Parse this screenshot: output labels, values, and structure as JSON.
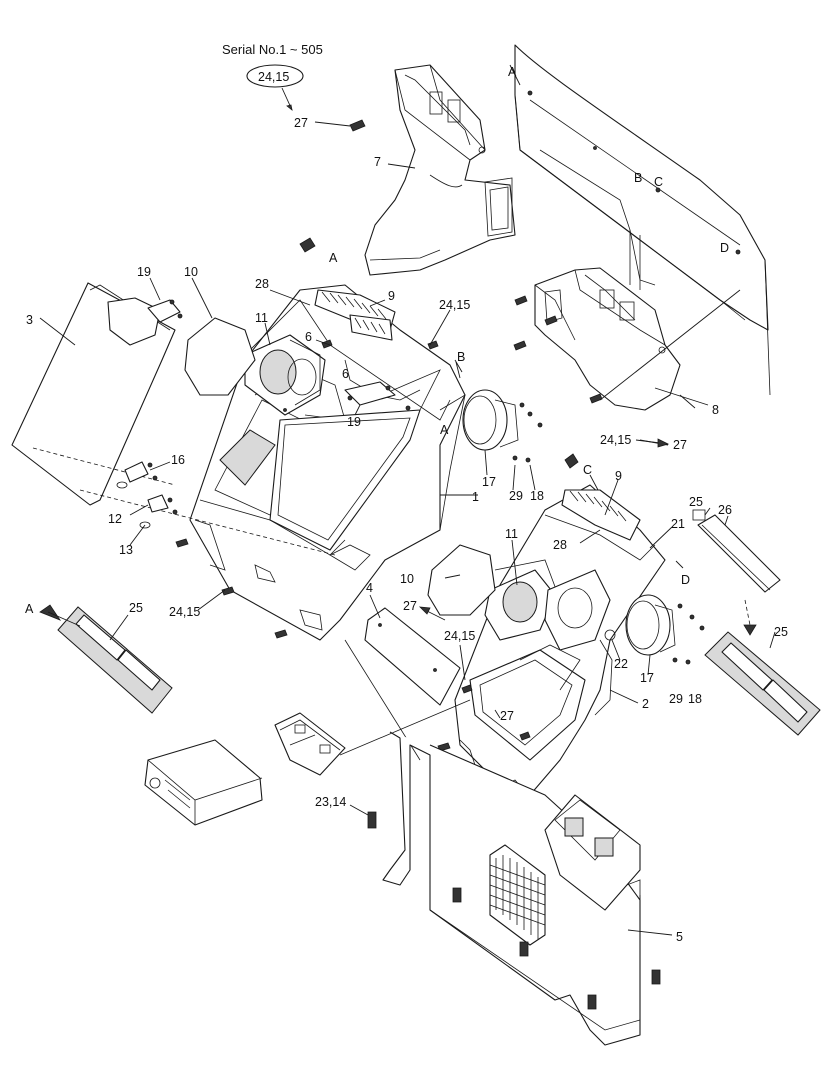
{
  "serial_note": "Serial No.1 ~ 505",
  "serial_ref": "24,15",
  "callouts": [
    {
      "id": "c27a",
      "text": "27"
    },
    {
      "id": "c7",
      "text": "7"
    },
    {
      "id": "cA1",
      "text": "A"
    },
    {
      "id": "cB1",
      "text": "B"
    },
    {
      "id": "cC1",
      "text": "C"
    },
    {
      "id": "cD1",
      "text": "D"
    },
    {
      "id": "c3",
      "text": "3"
    },
    {
      "id": "c19a",
      "text": "19"
    },
    {
      "id": "c10a",
      "text": "10"
    },
    {
      "id": "c28a",
      "text": "28"
    },
    {
      "id": "cA2",
      "text": "A"
    },
    {
      "id": "c9a",
      "text": "9"
    },
    {
      "id": "c11a",
      "text": "11"
    },
    {
      "id": "c6a",
      "text": "6"
    },
    {
      "id": "c6b",
      "text": "6"
    },
    {
      "id": "c2415a",
      "text": "24,15"
    },
    {
      "id": "cB2",
      "text": "B"
    },
    {
      "id": "c19b",
      "text": "19"
    },
    {
      "id": "cA3",
      "text": "A"
    },
    {
      "id": "c8",
      "text": "8"
    },
    {
      "id": "c2415b",
      "text": "24,15"
    },
    {
      "id": "c27b",
      "text": "27"
    },
    {
      "id": "c16",
      "text": "16"
    },
    {
      "id": "c17a",
      "text": "17"
    },
    {
      "id": "c29a",
      "text": "29"
    },
    {
      "id": "c18a",
      "text": "18"
    },
    {
      "id": "c1",
      "text": "1"
    },
    {
      "id": "cC2",
      "text": "C"
    },
    {
      "id": "c9b",
      "text": "9"
    },
    {
      "id": "c12",
      "text": "12"
    },
    {
      "id": "c13",
      "text": "13"
    },
    {
      "id": "c25a",
      "text": "25"
    },
    {
      "id": "c26",
      "text": "26"
    },
    {
      "id": "c21",
      "text": "21"
    },
    {
      "id": "c11b",
      "text": "11"
    },
    {
      "id": "c28b",
      "text": "28"
    },
    {
      "id": "cD2",
      "text": "D"
    },
    {
      "id": "c10b",
      "text": "10"
    },
    {
      "id": "cA4",
      "text": "A"
    },
    {
      "id": "c25b",
      "text": "25"
    },
    {
      "id": "c2415c",
      "text": "24,15"
    },
    {
      "id": "c4",
      "text": "4"
    },
    {
      "id": "c27c",
      "text": "27"
    },
    {
      "id": "c2415d",
      "text": "24,15"
    },
    {
      "id": "c25c",
      "text": "25"
    },
    {
      "id": "c22",
      "text": "22"
    },
    {
      "id": "c17b",
      "text": "17"
    },
    {
      "id": "c29b",
      "text": "29"
    },
    {
      "id": "c18b",
      "text": "18"
    },
    {
      "id": "c2",
      "text": "2"
    },
    {
      "id": "c27d",
      "text": "27"
    },
    {
      "id": "c2314",
      "text": "23,14"
    },
    {
      "id": "c5",
      "text": "5"
    }
  ]
}
